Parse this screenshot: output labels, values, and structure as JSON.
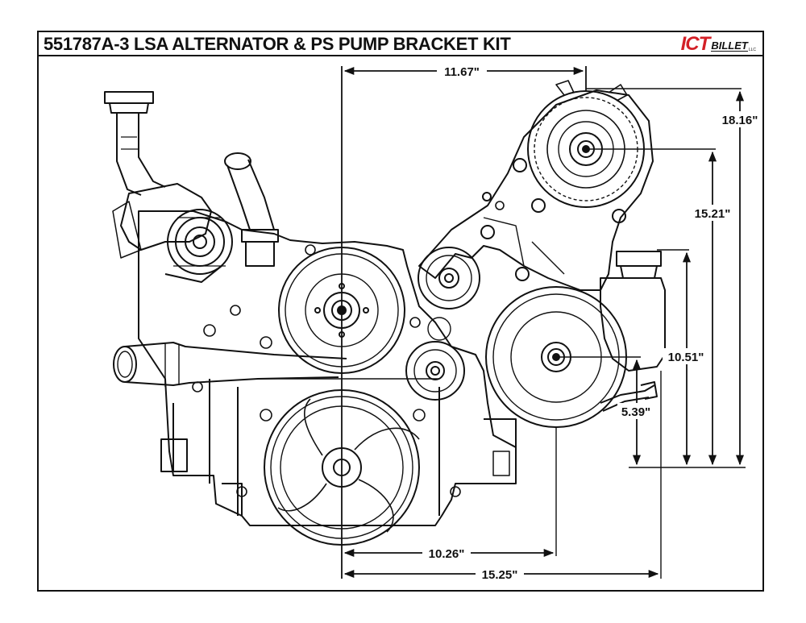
{
  "title": "551787A-3 LSA ALTERNATOR & PS PUMP BRACKET KIT",
  "logo": {
    "brand": "ICT",
    "sub": "BILLET",
    "suffix": "LLC"
  },
  "colors": {
    "line": "#111111",
    "brand_red": "#d31f26",
    "background": "#ffffff"
  },
  "dimensions": [
    {
      "id": "width-alternator",
      "label": "11.67\""
    },
    {
      "id": "height-alternator-top",
      "label": "18.16\""
    },
    {
      "id": "height-alternator-center",
      "label": "15.21\""
    },
    {
      "id": "height-ps-reservoir",
      "label": "10.51\""
    },
    {
      "id": "height-ps-pulley",
      "label": "5.39\""
    },
    {
      "id": "width-ps-pulley",
      "label": "10.26\""
    },
    {
      "id": "width-overall",
      "label": "15.25\""
    }
  ]
}
